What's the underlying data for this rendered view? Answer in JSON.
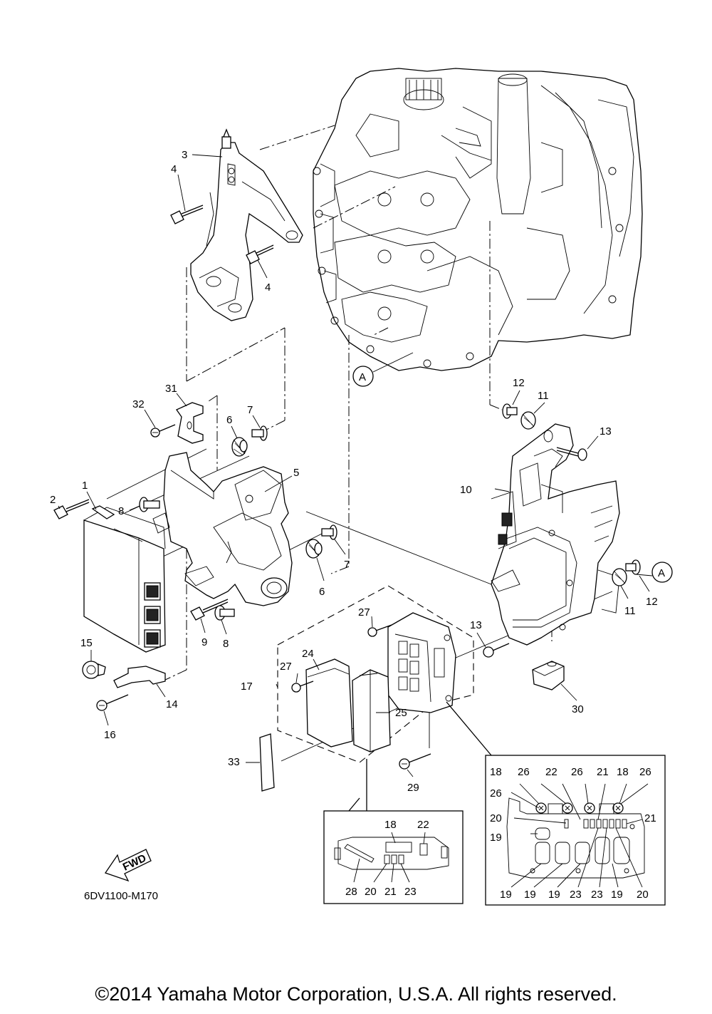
{
  "diagram_code": "6DV1100-M170",
  "fwd_label": "FWD",
  "ref_marker": "A",
  "copyright": "©2014 Yamaha Motor Corporation, U.S.A. All rights reserved.",
  "callouts": {
    "p1": "1",
    "p2": "2",
    "p3": "3",
    "p4a": "4",
    "p4b": "4",
    "p5": "5",
    "p6a": "6",
    "p6b": "6",
    "p7a": "7",
    "p7b": "7",
    "p8a": "8",
    "p8b": "8",
    "p9": "9",
    "p10": "10",
    "p11a": "11",
    "p11b": "11",
    "p12a": "12",
    "p12b": "12",
    "p13a": "13",
    "p13b": "13",
    "p14": "14",
    "p15": "15",
    "p16": "16",
    "p17": "17",
    "p24": "24",
    "p25": "25",
    "p27a": "27",
    "p27b": "27",
    "p29": "29",
    "p30": "30",
    "p31": "31",
    "p32": "32",
    "p33": "33"
  },
  "inset_left_labels": [
    "18",
    "22",
    "28",
    "20",
    "21",
    "23"
  ],
  "inset_right_labels": [
    "18",
    "26",
    "22",
    "26",
    "21",
    "18",
    "26",
    "26",
    "20",
    "21",
    "19",
    "19",
    "19",
    "19",
    "23",
    "23",
    "19",
    "20"
  ]
}
